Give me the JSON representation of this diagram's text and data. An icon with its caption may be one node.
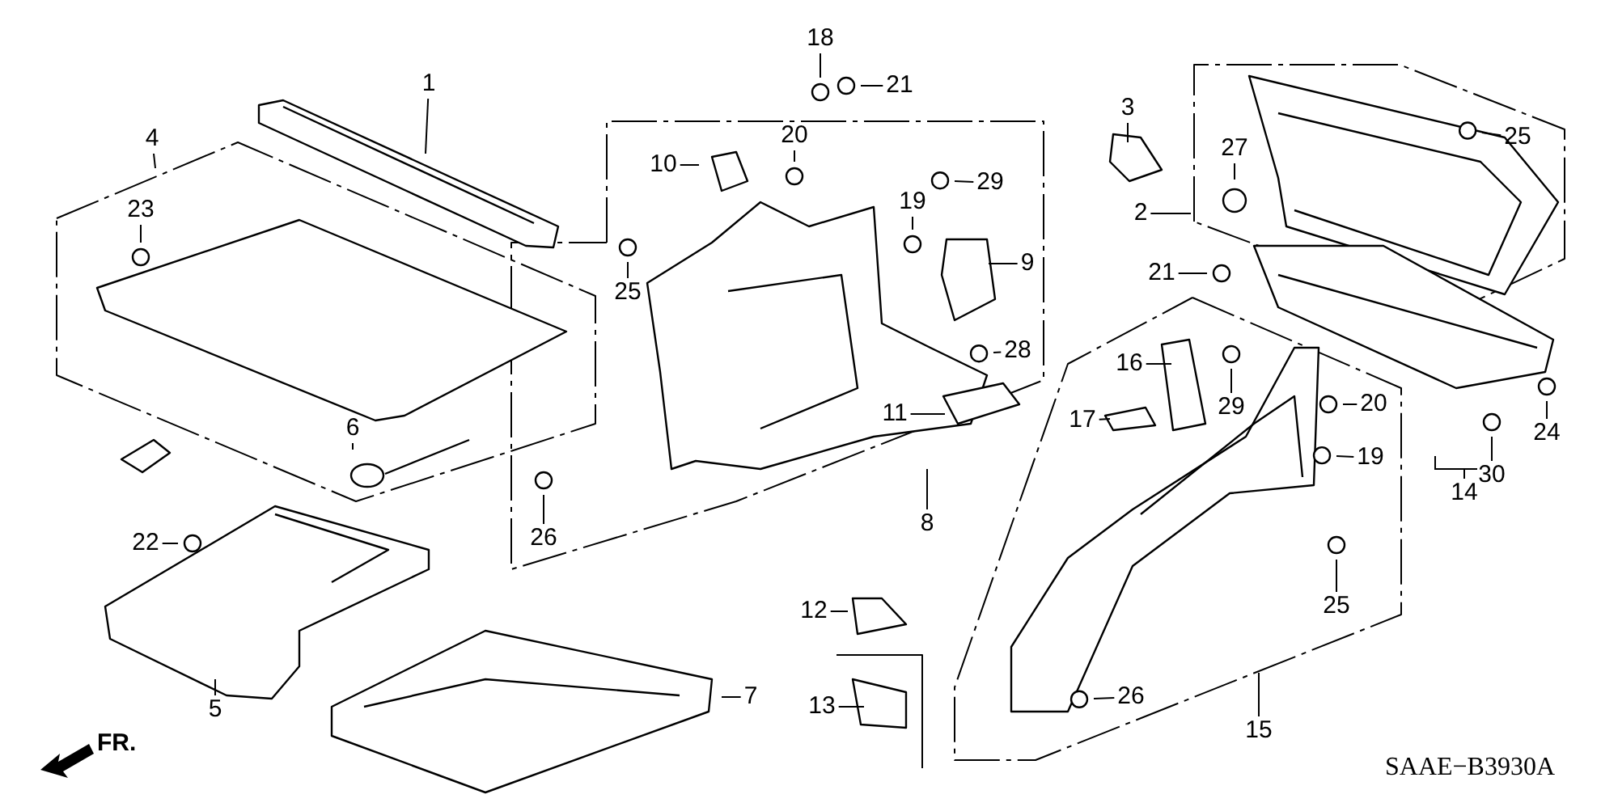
{
  "diagram": {
    "nodes": [
      {
        "text": [
          "1"
        ]
      },
      {
        "text": [
          "4"
        ]
      },
      {
        "text": [
          "23"
        ]
      },
      {
        "text": [
          "6"
        ]
      },
      {
        "text": [
          "22"
        ]
      },
      {
        "text": [
          "5"
        ]
      },
      {
        "text": [
          "7"
        ]
      },
      {
        "text": [
          "18"
        ]
      },
      {
        "text": [
          "21"
        ]
      },
      {
        "text": [
          "10"
        ]
      },
      {
        "text": [
          "20"
        ]
      },
      {
        "text": [
          "25"
        ]
      },
      {
        "text": [
          "29"
        ]
      },
      {
        "text": [
          "19"
        ]
      },
      {
        "text": [
          "9"
        ]
      },
      {
        "text": [
          "28"
        ]
      },
      {
        "text": [
          "11"
        ]
      },
      {
        "text": [
          "8"
        ]
      },
      {
        "text": [
          "26"
        ]
      },
      {
        "text": [
          "3"
        ]
      },
      {
        "text": [
          "27"
        ]
      },
      {
        "text": [
          "2"
        ]
      },
      {
        "text": [
          "25"
        ]
      },
      {
        "text": [
          "21"
        ]
      },
      {
        "text": [
          "16"
        ]
      },
      {
        "text": [
          "29"
        ]
      },
      {
        "text": [
          "20"
        ]
      },
      {
        "text": [
          "17"
        ]
      },
      {
        "text": [
          "19"
        ]
      },
      {
        "text": [
          "25"
        ]
      },
      {
        "text": [
          "26"
        ]
      },
      {
        "text": [
          "15"
        ]
      },
      {
        "text": [
          "30"
        ]
      },
      {
        "text": [
          "24"
        ]
      },
      {
        "text": [
          "14"
        ]
      },
      {
        "text": [
          "12"
        ]
      },
      {
        "text": [
          "13"
        ]
      }
    ],
    "edges": [
      {
        "from": 0,
        "to": null,
        "arrow": "none"
      },
      {
        "from": 1,
        "to": null,
        "arrow": "none"
      },
      {
        "from": 2,
        "to": null,
        "arrow": "none"
      },
      {
        "from": 3,
        "to": null,
        "arrow": "none"
      },
      {
        "from": 4,
        "to": null,
        "arrow": "none"
      },
      {
        "from": 5,
        "to": null,
        "arrow": "none"
      },
      {
        "from": 6,
        "to": null,
        "arrow": "none"
      },
      {
        "from": 7,
        "to": null,
        "arrow": "none"
      },
      {
        "from": 8,
        "to": null,
        "arrow": "none"
      },
      {
        "from": 9,
        "to": null,
        "arrow": "none"
      },
      {
        "from": 10,
        "to": null,
        "arrow": "none"
      },
      {
        "from": 11,
        "to": null,
        "arrow": "none"
      },
      {
        "from": 12,
        "to": null,
        "arrow": "none"
      },
      {
        "from": 13,
        "to": null,
        "arrow": "none"
      },
      {
        "from": 14,
        "to": null,
        "arrow": "none"
      },
      {
        "from": 15,
        "to": null,
        "arrow": "none"
      },
      {
        "from": 16,
        "to": null,
        "arrow": "none"
      },
      {
        "from": 17,
        "to": null,
        "arrow": "none"
      },
      {
        "from": 18,
        "to": null,
        "arrow": "none"
      },
      {
        "from": 19,
        "to": null,
        "arrow": "none"
      },
      {
        "from": 20,
        "to": null,
        "arrow": "none"
      },
      {
        "from": 21,
        "to": null,
        "arrow": "none"
      },
      {
        "from": 22,
        "to": null,
        "arrow": "none"
      },
      {
        "from": 23,
        "to": null,
        "arrow": "none"
      },
      {
        "from": 24,
        "to": null,
        "arrow": "none"
      },
      {
        "from": 25,
        "to": null,
        "arrow": "none"
      },
      {
        "from": 26,
        "to": null,
        "arrow": "none"
      },
      {
        "from": 27,
        "to": null,
        "arrow": "none"
      },
      {
        "from": 28,
        "to": null,
        "arrow": "none"
      },
      {
        "from": 29,
        "to": null,
        "arrow": "none"
      },
      {
        "from": 30,
        "to": null,
        "arrow": "none"
      },
      {
        "from": 31,
        "to": null,
        "arrow": "none"
      },
      {
        "from": 32,
        "to": null,
        "arrow": "none"
      },
      {
        "from": 33,
        "to": null,
        "arrow": "none"
      },
      {
        "from": 34,
        "to": null,
        "arrow": "none"
      },
      {
        "from": 35,
        "to": null,
        "arrow": "none"
      },
      {
        "from": 36,
        "to": null,
        "arrow": "none"
      }
    ],
    "labels": [
      "FR.",
      "SAAE−B3930A"
    ]
  }
}
